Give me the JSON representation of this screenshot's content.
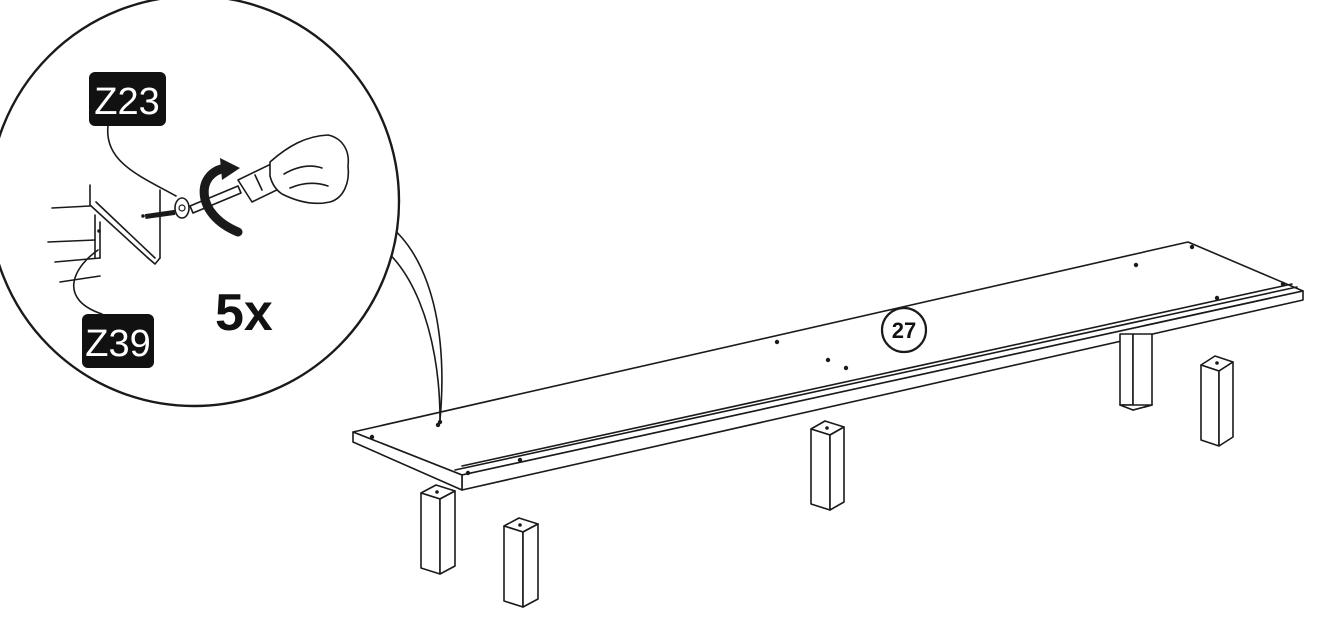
{
  "step": {
    "number": "27"
  },
  "callout": {
    "quantity": "5x",
    "parts": [
      {
        "id": "Z23"
      },
      {
        "id": "Z39"
      }
    ]
  },
  "colors": {
    "ink": "#1a1a1a",
    "label_bg": "#111111",
    "label_text": "#ffffff",
    "paper": "#ffffff"
  },
  "icons": [
    "screwdriver-icon",
    "rotate-arrow-icon",
    "hand-icon"
  ]
}
